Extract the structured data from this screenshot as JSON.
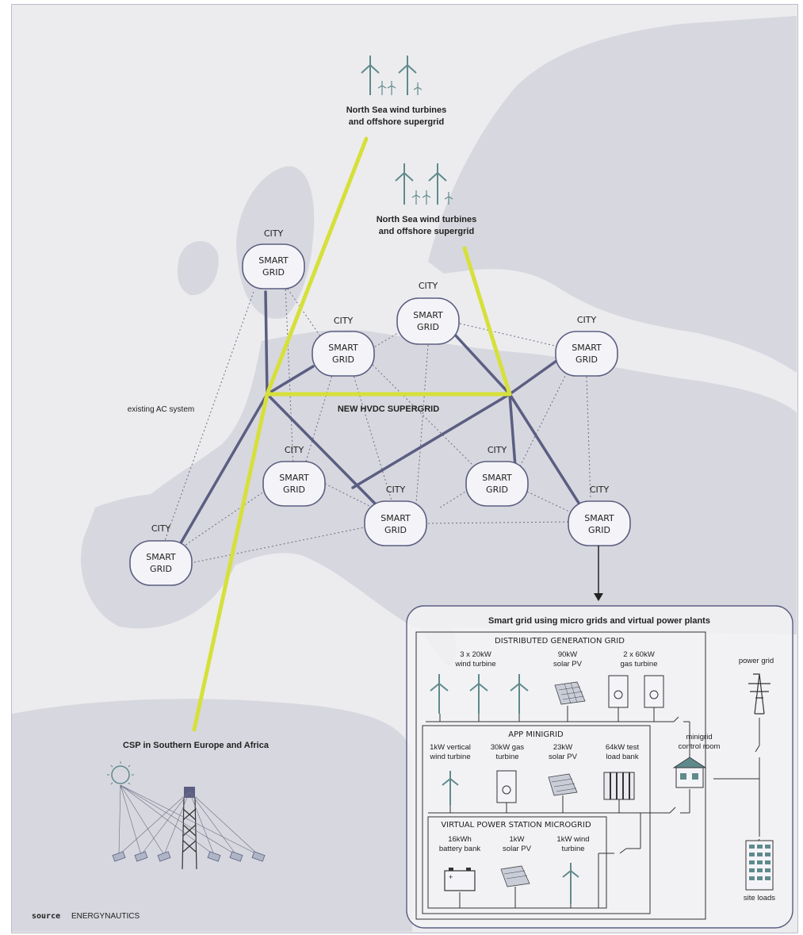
{
  "labels": {
    "wind1": [
      "North Sea wind turbines",
      "and offshore supergrid"
    ],
    "wind2": [
      "North Sea wind turbines",
      "and offshore supergrid"
    ],
    "hvdc": "NEW HVDC SUPERGRID",
    "existing_ac": "existing AC system",
    "csp": "CSP in Southern Europe and Africa",
    "source_bold": "source",
    "source_rest": "ENERGYNAUTICS"
  },
  "node_text": {
    "city": "CITY",
    "line1": "SMART",
    "line2": "GRID"
  },
  "inset": {
    "title": "Smart grid using micro grids and virtual power plants",
    "dist_title": "DISTRIBUTED GENERATION GRID",
    "dist_items": [
      {
        "l1": "3 x 20kW",
        "l2": "wind turbine"
      },
      {
        "l1": "90kW",
        "l2": "solar PV"
      },
      {
        "l1": "2 x 60kW",
        "l2": "gas turbine"
      }
    ],
    "app_title": "APP MINIGRID",
    "app_items": [
      {
        "l1": "1kW vertical",
        "l2": "wind turbine"
      },
      {
        "l1": "30kW gas",
        "l2": "turbine"
      },
      {
        "l1": "23kW",
        "l2": "solar PV"
      },
      {
        "l1": "64kW test",
        "l2": "load bank"
      }
    ],
    "vps_title": "VIRTUAL POWER STATION MICROGRID",
    "vps_items": [
      {
        "l1": "16kWh",
        "l2": "battery bank"
      },
      {
        "l1": "1kW",
        "l2": "solar PV"
      },
      {
        "l1": "1kW wind",
        "l2": "turbine"
      }
    ],
    "power_grid": "power grid",
    "control_room": [
      "minigrid",
      "control room"
    ],
    "site_loads": "site loads"
  },
  "colors": {
    "supergrid": "#d6e03a",
    "ac_link": "#5b5e82",
    "node_fill": "#f4f4f8",
    "node_stroke": "#5b5e82",
    "icon": "#5f8a8c"
  }
}
